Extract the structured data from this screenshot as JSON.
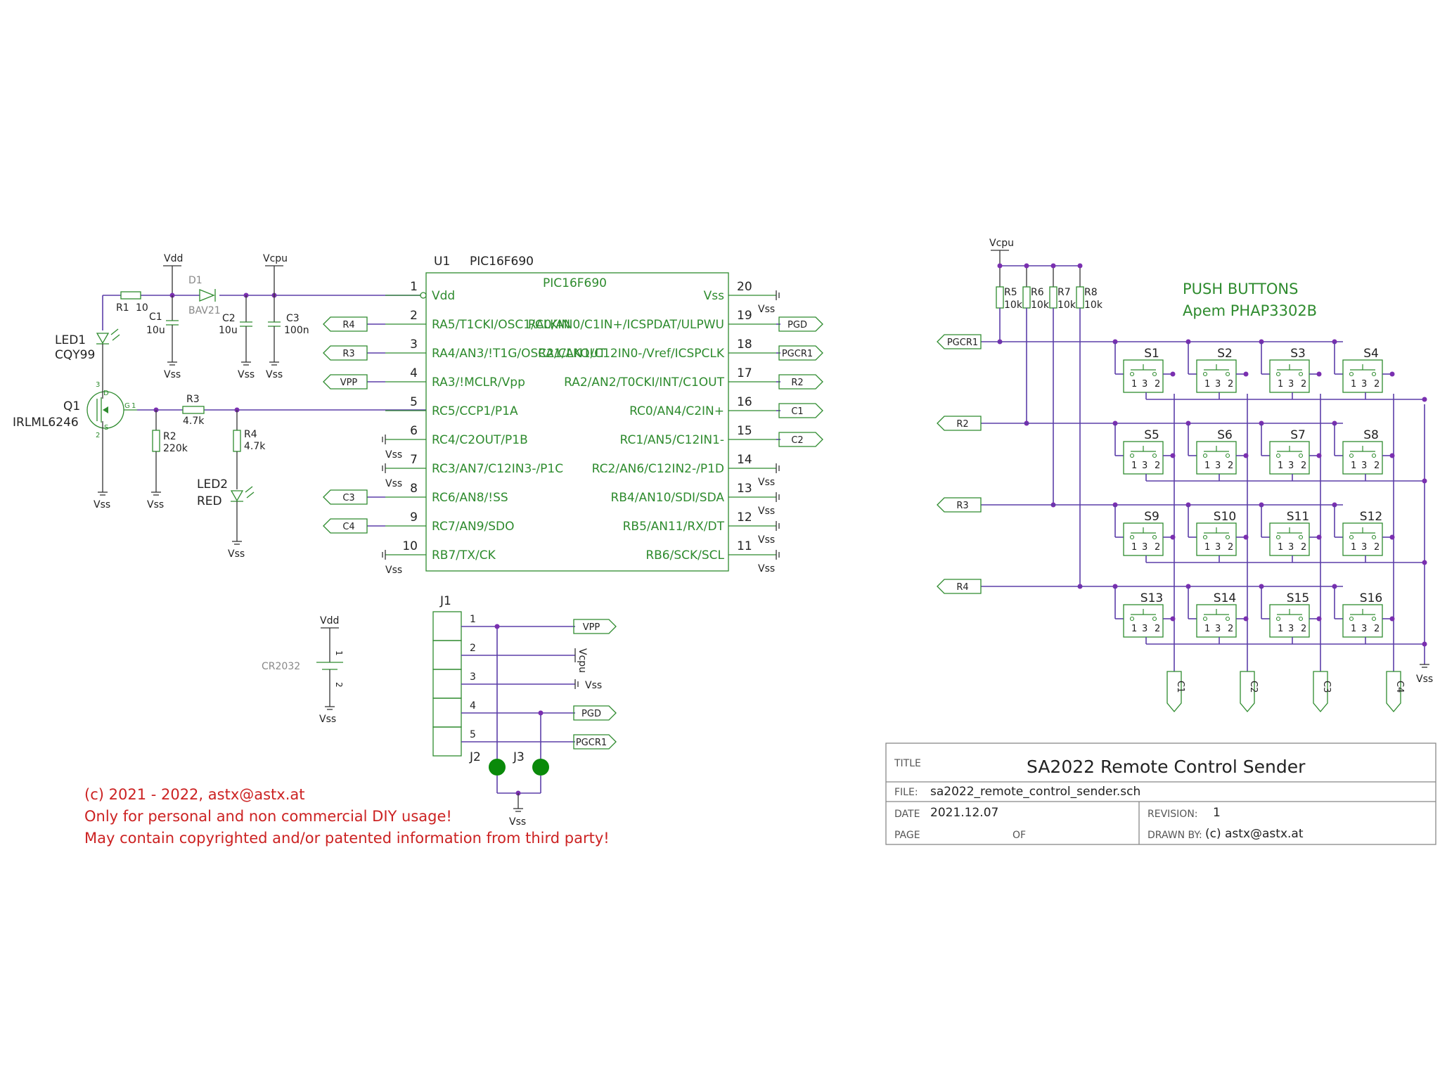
{
  "power": {
    "vdd": "Vdd",
    "vcpu": "Vcpu",
    "vss": "Vss"
  },
  "components": {
    "r1": {
      "ref": "R1",
      "value": "10"
    },
    "d1": {
      "ref": "D1",
      "value": "BAV21"
    },
    "c1": {
      "ref": "C1",
      "value": "10u"
    },
    "c2": {
      "ref": "C2",
      "value": "10u"
    },
    "c3": {
      "ref": "C3",
      "value": "100n"
    },
    "led1": {
      "ref": "LED1",
      "value": "CQY99"
    },
    "q1": {
      "ref": "Q1",
      "value": "IRLML6246",
      "pins": {
        "d": "D",
        "s": "S",
        "g": "G",
        "p1": "1",
        "p2": "2",
        "p3": "3"
      }
    },
    "r2": {
      "ref": "R2",
      "value": "220k"
    },
    "r3": {
      "ref": "R3",
      "value": "4.7k"
    },
    "r4": {
      "ref": "R4",
      "value": "4.7k"
    },
    "led2": {
      "ref": "LED2",
      "value": "RED"
    },
    "bat": {
      "value": "CR2032",
      "p1": "1",
      "p2": "2"
    },
    "j1": {
      "ref": "J1"
    },
    "j2": {
      "ref": "J2"
    },
    "j3": {
      "ref": "J3"
    }
  },
  "u1": {
    "ref": "U1",
    "value": "PIC16F690",
    "body_label": "PIC16F690",
    "left_pins": [
      {
        "num": "1",
        "name": "Vdd"
      },
      {
        "num": "2",
        "name": "RA5/T1CKI/OSC1/CLKIN",
        "net": "R4"
      },
      {
        "num": "3",
        "name": "RA4/AN3/!T1G/OSC2/CLKOUT",
        "net": "R3"
      },
      {
        "num": "4",
        "name": "RA3/!MCLR/Vpp",
        "net": "VPP"
      },
      {
        "num": "5",
        "name": "RC5/CCP1/P1A"
      },
      {
        "num": "6",
        "name": "RC4/C2OUT/P1B",
        "gnd": "Vss"
      },
      {
        "num": "7",
        "name": "RC3/AN7/C12IN3-/P1C",
        "gnd": "Vss"
      },
      {
        "num": "8",
        "name": "RC6/AN8/!SS",
        "net": "C3"
      },
      {
        "num": "9",
        "name": "RC7/AN9/SDO",
        "net": "C4"
      },
      {
        "num": "10",
        "name": "RB7/TX/CK",
        "gnd": "Vss"
      }
    ],
    "right_pins": [
      {
        "num": "20",
        "name": "Vss",
        "gnd": "Vss"
      },
      {
        "num": "19",
        "name": "RA0/AN0/C1IN+/ICSPDAT/ULPWU",
        "net": "PGD"
      },
      {
        "num": "18",
        "name": "RA1/AN1/C12IN0-/Vref/ICSPCLK",
        "net": "PGCR1"
      },
      {
        "num": "17",
        "name": "RA2/AN2/T0CKI/INT/C1OUT",
        "net": "R2"
      },
      {
        "num": "16",
        "name": "RC0/AN4/C2IN+",
        "net": "C1"
      },
      {
        "num": "15",
        "name": "RC1/AN5/C12IN1-",
        "net": "C2"
      },
      {
        "num": "14",
        "name": "RC2/AN6/C12IN2-/P1D",
        "gnd": "Vss"
      },
      {
        "num": "13",
        "name": "RB4/AN10/SDI/SDA",
        "gnd": "Vss"
      },
      {
        "num": "12",
        "name": "RB5/AN11/RX/DT",
        "gnd": "Vss"
      },
      {
        "num": "11",
        "name": "RB6/SCK/SCL",
        "gnd": "Vss"
      }
    ]
  },
  "j1_pins": [
    {
      "num": "1",
      "net": "VPP"
    },
    {
      "num": "2",
      "net": "Vcpu"
    },
    {
      "num": "3",
      "net": "Vss"
    },
    {
      "num": "4",
      "net": "PGD"
    },
    {
      "num": "5",
      "net": "PGCR1"
    }
  ],
  "keyboard": {
    "title_line1": "PUSH BUTTONS",
    "title_line2": "Apem PHAP3302B",
    "pullups": [
      {
        "ref": "R5",
        "value": "10k"
      },
      {
        "ref": "R6",
        "value": "10k"
      },
      {
        "ref": "R7",
        "value": "10k"
      },
      {
        "ref": "R8",
        "value": "10k"
      }
    ],
    "rows": [
      "PGCR1",
      "R2",
      "R3",
      "R4"
    ],
    "cols": [
      "C1",
      "C2",
      "C3",
      "C4"
    ],
    "switches": [
      "S1",
      "S2",
      "S3",
      "S4",
      "S5",
      "S6",
      "S7",
      "S8",
      "S9",
      "S10",
      "S11",
      "S12",
      "S13",
      "S14",
      "S15",
      "S16"
    ],
    "switch_pins": [
      "1",
      "3",
      "2"
    ]
  },
  "copyright": [
    "(c) 2021 - 2022, astx@astx.at",
    "Only for personal and non commercial DIY usage!",
    "May contain copyrighted and/or patented information from third party!"
  ],
  "title_block": {
    "title_label": "TITLE",
    "title": "SA2022 Remote Control Sender",
    "file_label": "FILE:",
    "file": "sa2022_remote_control_sender.sch",
    "date_label": "DATE",
    "date": "2021.12.07",
    "revision_label": "REVISION:",
    "revision": "1",
    "page_label": "PAGE",
    "of_label": "OF",
    "drawn_label": "DRAWN BY:",
    "drawn": "(c) astx@astx.at"
  },
  "colors": {
    "wire": "#5b3ea8",
    "component": "#2e8b2e",
    "text_red": "#cc2222",
    "junction": "#7a2fb0"
  }
}
